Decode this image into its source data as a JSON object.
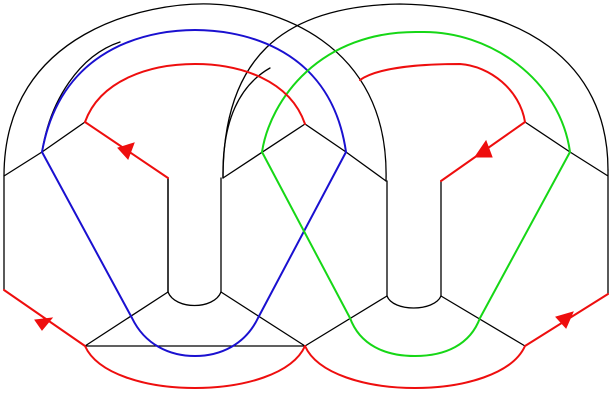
{
  "diagram": {
    "outline_color": "#000000",
    "curves": [
      {
        "name": "blue",
        "color": "#1a10d0"
      },
      {
        "name": "green",
        "color": "#16d716"
      },
      {
        "name": "red",
        "color": "#ee0e0e"
      }
    ],
    "arrow_color": "#ee0e0e",
    "arrow_count": 4
  }
}
